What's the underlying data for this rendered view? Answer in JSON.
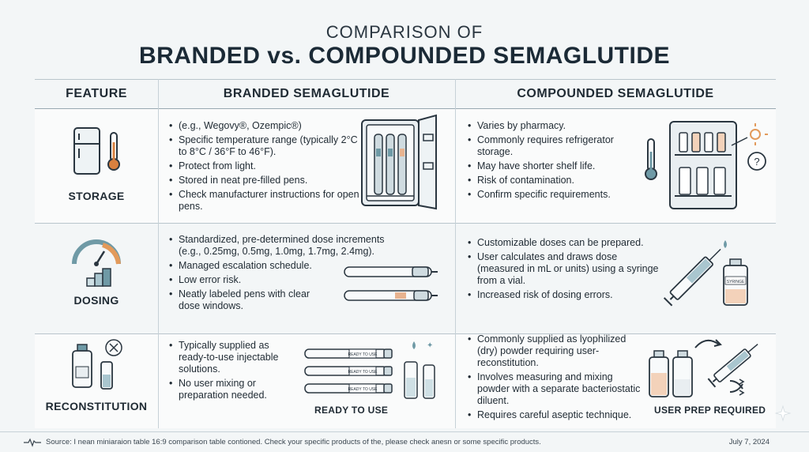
{
  "title": {
    "line1": "COMPARISON OF",
    "line2": "BRANDED vs. COMPOUNDED SEMAGLUTIDE"
  },
  "headers": {
    "feature": "FEATURE",
    "branded": "BRANDED SEMAGLUTIDE",
    "compounded": "COMPOUNDED SEMAGLUTIDE"
  },
  "rows": [
    {
      "label": "STORAGE",
      "branded": [
        "(e.g., Wegovy®, Ozempic®)",
        "Specific temperature range (typically 2°C to 8°C / 36°F to 46°F).",
        "Protect from light.",
        "Stored in neat pre-filled pens.",
        "Check manufacturer instructions for open pens."
      ],
      "compounded": [
        "Varies by pharmacy.",
        "Commonly requires refrigerator storage.",
        "May have shorter shelf life.",
        "Risk of contamination.",
        "Confirm specific requirements."
      ]
    },
    {
      "label": "DOSING",
      "branded": [
        "Standardized, pre-determined dose increments (e.g., 0.25mg, 0.5mg, 1.0mg, 1.7mg, 2.4mg).",
        "Managed escalation schedule.",
        "Low error risk.",
        "Neatly labeled pens with clear dose windows."
      ],
      "compounded": [
        "Customizable doses can be prepared.",
        "User calculates and draws dose (measured in mL or units) using a syringe from a vial.",
        "Increased risk of dosing errors."
      ],
      "vial_label": "SYRINGE"
    },
    {
      "label": "RECONSTITUTION",
      "branded": [
        "Typically supplied as ready-to-use injectable solutions.",
        "No user mixing or preparation needed."
      ],
      "compounded": [
        "Commonly supplied as lyophilized (dry) powder requiring user-reconstitution.",
        "Involves measuring and mixing powder with a separate bacteriostatic diluent.",
        "Requires careful aseptic technique."
      ],
      "branded_caption": "READY TO USE",
      "compounded_caption": "USER PREP REQUIRED",
      "pen_label": "READY TO USE"
    }
  ],
  "footer": {
    "source": "Source: I nean miniaraion table 16:9 comparison table contioned. Check your specific products of the, please check anesn or some specific products.",
    "date": "July 7, 2024"
  },
  "colors": {
    "background": "#f3f6f7",
    "accent_teal": "#6f9aa6",
    "accent_peach": "#e8b38f",
    "accent_orange": "#e29a5b",
    "line": "#b9c5cc"
  }
}
